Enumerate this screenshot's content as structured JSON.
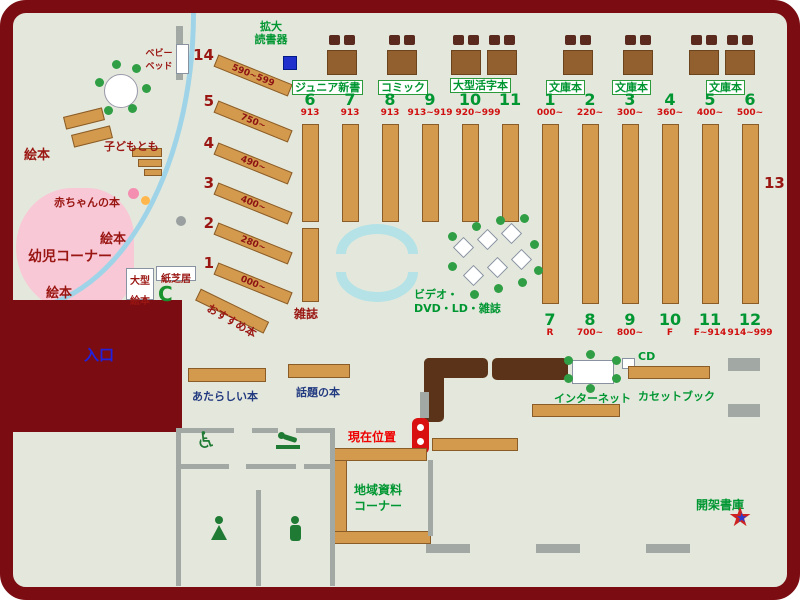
{
  "colors": {
    "wall_red": "#7b0d12",
    "floor": "#e4e8dc",
    "shelf_tan": "#d39a4e",
    "accent_green": "#009632",
    "accent_red": "#d01010"
  },
  "icons": {
    "wheelchair": "♿",
    "star": "★",
    "c_mark": "C"
  },
  "kids_area": {
    "picture_books": [
      "絵本",
      "絵本",
      "絵本"
    ],
    "kodomo_tomo": "子どもとも",
    "baby_books": "赤ちゃんの本",
    "toddler_corner": "幼児コーナー",
    "baby_bed_line1": "ベビー",
    "baby_bed_line2": "ベッド",
    "large_picture_line1": "大型",
    "large_picture_line2": "絵本",
    "kamishibai": "紙芝居"
  },
  "entrance_label": "入口",
  "magnifier_line1": "拡大",
  "magnifier_line2": "読書器",
  "diagonal_shelves": [
    {
      "num": "14",
      "range": "590~599"
    },
    {
      "num": "5",
      "range": "750~"
    },
    {
      "num": "4",
      "range": "490~"
    },
    {
      "num": "3",
      "range": "400~"
    },
    {
      "num": "2",
      "range": "280~"
    },
    {
      "num": "1",
      "range": "000~"
    }
  ],
  "recommended": "おすすめ本",
  "magazines": "雑誌",
  "categories": {
    "junior": "ジュニア新書",
    "comic": "コミック",
    "large_print": "大型活字本",
    "bunko1": "文庫本",
    "bunko2": "文庫本",
    "bunko3": "文庫本"
  },
  "stacks_top_left": [
    {
      "num": "6",
      "range": "913"
    },
    {
      "num": "7",
      "range": "913"
    },
    {
      "num": "8",
      "range": "913"
    },
    {
      "num": "9",
      "range": "913~919"
    },
    {
      "num": "10",
      "range": "920~999"
    },
    {
      "num": "11",
      "range": ""
    }
  ],
  "stacks_top_right": [
    {
      "num": "1",
      "range": "000~"
    },
    {
      "num": "2",
      "range": "220~"
    },
    {
      "num": "3",
      "range": "300~"
    },
    {
      "num": "4",
      "range": "360~"
    },
    {
      "num": "5",
      "range": "400~"
    },
    {
      "num": "6",
      "range": "500~"
    }
  ],
  "stacks_bottom": [
    {
      "num": "7",
      "range": "R"
    },
    {
      "num": "8",
      "range": "700~"
    },
    {
      "num": "9",
      "range": "800~"
    },
    {
      "num": "10",
      "range": "F"
    },
    {
      "num": "11",
      "range": "F~914"
    },
    {
      "num": "12",
      "range": "914~999"
    }
  ],
  "wall_shelf_number": "13",
  "av_corner_line1": "ビデオ・",
  "av_corner_line2": "DVD・LD・雑誌",
  "cd": "CD",
  "internet": "インターネット",
  "cassette": "カセットブック",
  "new_books": "あたらしい本",
  "topical_books": "話題の本",
  "current_location": "現在位置",
  "regional_line1": "地域資料",
  "regional_line2": "コーナー",
  "open_stacks": "開架書庫"
}
